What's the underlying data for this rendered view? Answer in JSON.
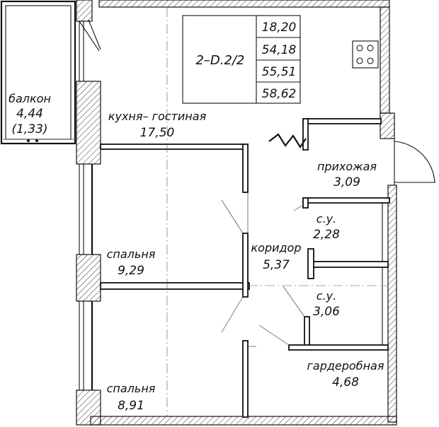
{
  "summary_table": {
    "apartment_code": "2–D.2/2",
    "values": [
      "18,20",
      "54,18",
      "55,51",
      "58,62"
    ]
  },
  "rooms": {
    "balcony": {
      "name": "балкон",
      "area": "4,44",
      "area_reduced": "(1,33)"
    },
    "kitchen": {
      "name": "кухня– гостиная",
      "area": "17,50"
    },
    "hallway": {
      "name": "прихожая",
      "area": "3,09"
    },
    "bath1": {
      "name": "с.у.",
      "area": "2,28"
    },
    "corridor": {
      "name": "коридор",
      "area": "5,37"
    },
    "bath2": {
      "name": "с.у.",
      "area": "3,06"
    },
    "bedroom1": {
      "name": "спальня",
      "area": "9,29"
    },
    "bedroom2": {
      "name": "спальня",
      "area": "8,91"
    },
    "wardrobe": {
      "name": "гардеробная",
      "area": "4,68"
    }
  },
  "icons": {
    "stove": "stove-icon",
    "entrance": "entrance-zigzag-icon"
  }
}
